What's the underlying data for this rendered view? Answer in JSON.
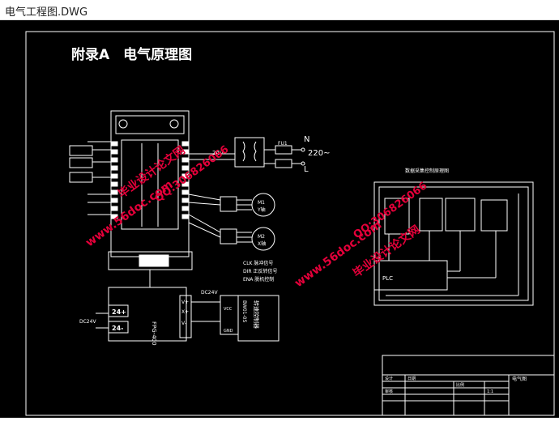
{
  "window": {
    "title": "电气工程图.DWG"
  },
  "drawing": {
    "heading": "附录A　电气原理图",
    "power": {
      "n": "N",
      "voltage": "220~",
      "l": "L",
      "fuse": "FU1"
    },
    "transformer_voltage": "24V",
    "motors": [
      {
        "id": "M1",
        "axis": "Y轴"
      },
      {
        "id": "M2",
        "axis": "X轴"
      }
    ],
    "signals": [
      "CLK 脉冲信号",
      "DIR 正反转信号",
      "ENA 脱机控制"
    ],
    "psu": {
      "dc": "DC24V",
      "plus": "24+",
      "minus": "24-",
      "model": "FPG-400",
      "dc_in": "DC24V"
    },
    "driver": {
      "v_plus": "V+",
      "x_plus": "X+",
      "v_minus": "V-",
      "vcc": "VCC",
      "gnd": "GND",
      "model": "BW01-0S",
      "label": "转速控制器"
    },
    "right_title": "数据采集控制原理图",
    "plc": "PLC",
    "titleblock": {
      "drawing_name": "电气图",
      "row1": [
        "设计",
        "日期",
        "比例",
        "审核"
      ],
      "scale": "1:1"
    }
  },
  "watermarks": {
    "site": "www.56doc.com",
    "qq": "QQ:306826066",
    "brand": "毕业设计论文网"
  },
  "colors": {
    "background": "#000000",
    "line": "#ffffff",
    "watermark": "#e5003a"
  }
}
